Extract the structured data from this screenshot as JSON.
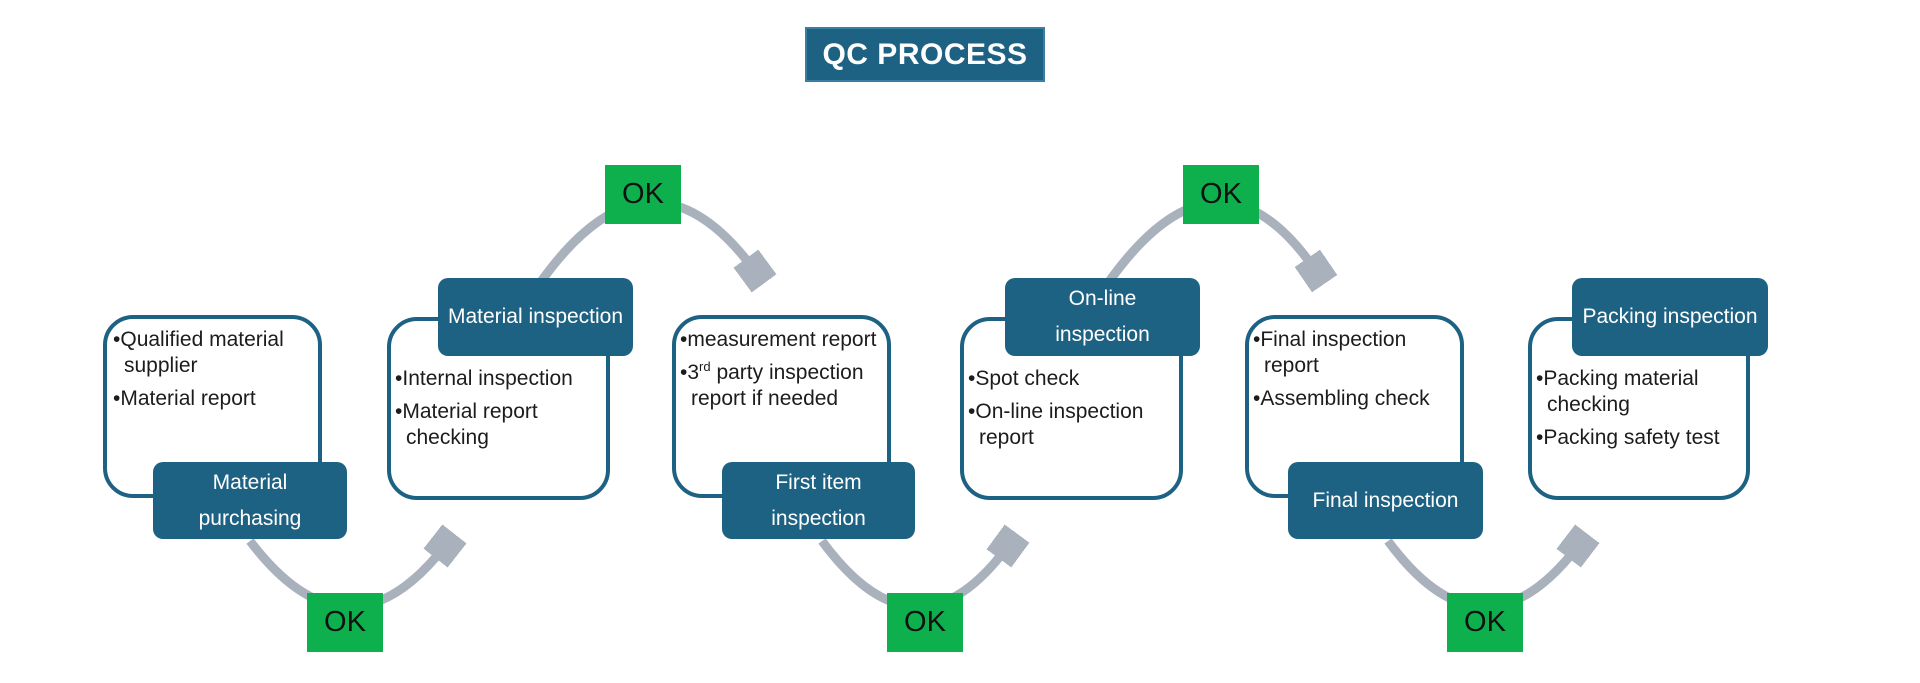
{
  "title": "QC PROCESS",
  "ok": {
    "label": "OK"
  },
  "glyphs": {
    "bullet": "•"
  },
  "colors": {
    "teal_fill": "#1e6283",
    "green": "#0eb04e",
    "arrow_gray": "#a9b1bc",
    "text": "#1c1c1c"
  },
  "stages": [
    {
      "id": "material-purchasing",
      "label": "Material purchasing",
      "label_lines": [
        "Material",
        "purchasing"
      ],
      "label_position": "bottom",
      "bullets": [
        "Qualified material supplier",
        "Material report"
      ]
    },
    {
      "id": "material-inspection",
      "label": "Material inspection",
      "label_lines": [
        "Material inspection"
      ],
      "label_position": "top",
      "bullets": [
        "Internal inspection",
        "Material report checking"
      ]
    },
    {
      "id": "first-item-inspection",
      "label": "First item inspection",
      "label_lines": [
        "First item",
        "inspection"
      ],
      "label_position": "bottom",
      "bullets": [
        "measurement report",
        "3rd party inspection report if needed"
      ],
      "sup_bullet": {
        "pre": "3",
        "sup": "rd",
        "post": " party inspection report if needed"
      }
    },
    {
      "id": "on-line-inspection",
      "label": "On-line inspection",
      "label_lines": [
        "On-line",
        "inspection"
      ],
      "label_position": "top",
      "bullets": [
        "Spot check",
        "On-line inspection report"
      ]
    },
    {
      "id": "final-inspection",
      "label": "Final inspection",
      "label_lines": [
        "Final inspection"
      ],
      "label_position": "bottom",
      "bullets": [
        "Final inspection report",
        "Assembling check"
      ]
    },
    {
      "id": "packing-inspection",
      "label": "Packing inspection",
      "label_lines": [
        "Packing inspection"
      ],
      "label_position": "top",
      "bullets": [
        "Packing material checking",
        "Packing safety test"
      ]
    }
  ]
}
